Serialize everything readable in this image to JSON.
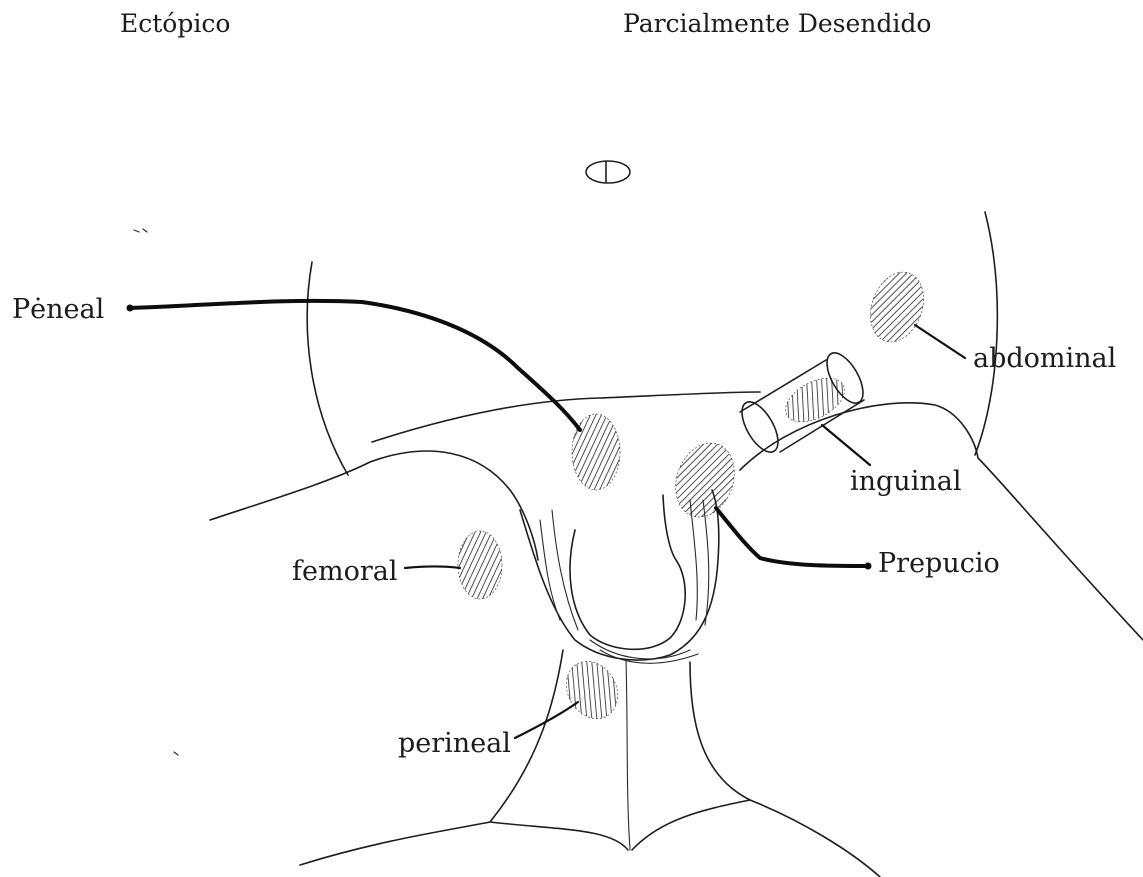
{
  "headers": {
    "left": "Ectópico",
    "right": "Parcialmente  Desendido"
  },
  "labels": {
    "peneal": "Pėneal",
    "abdominal": "abdominal",
    "inguinal": "inguinal",
    "femoral": "femoral",
    "prepucio": "Prepucio",
    "perineal": "perineal"
  }
}
